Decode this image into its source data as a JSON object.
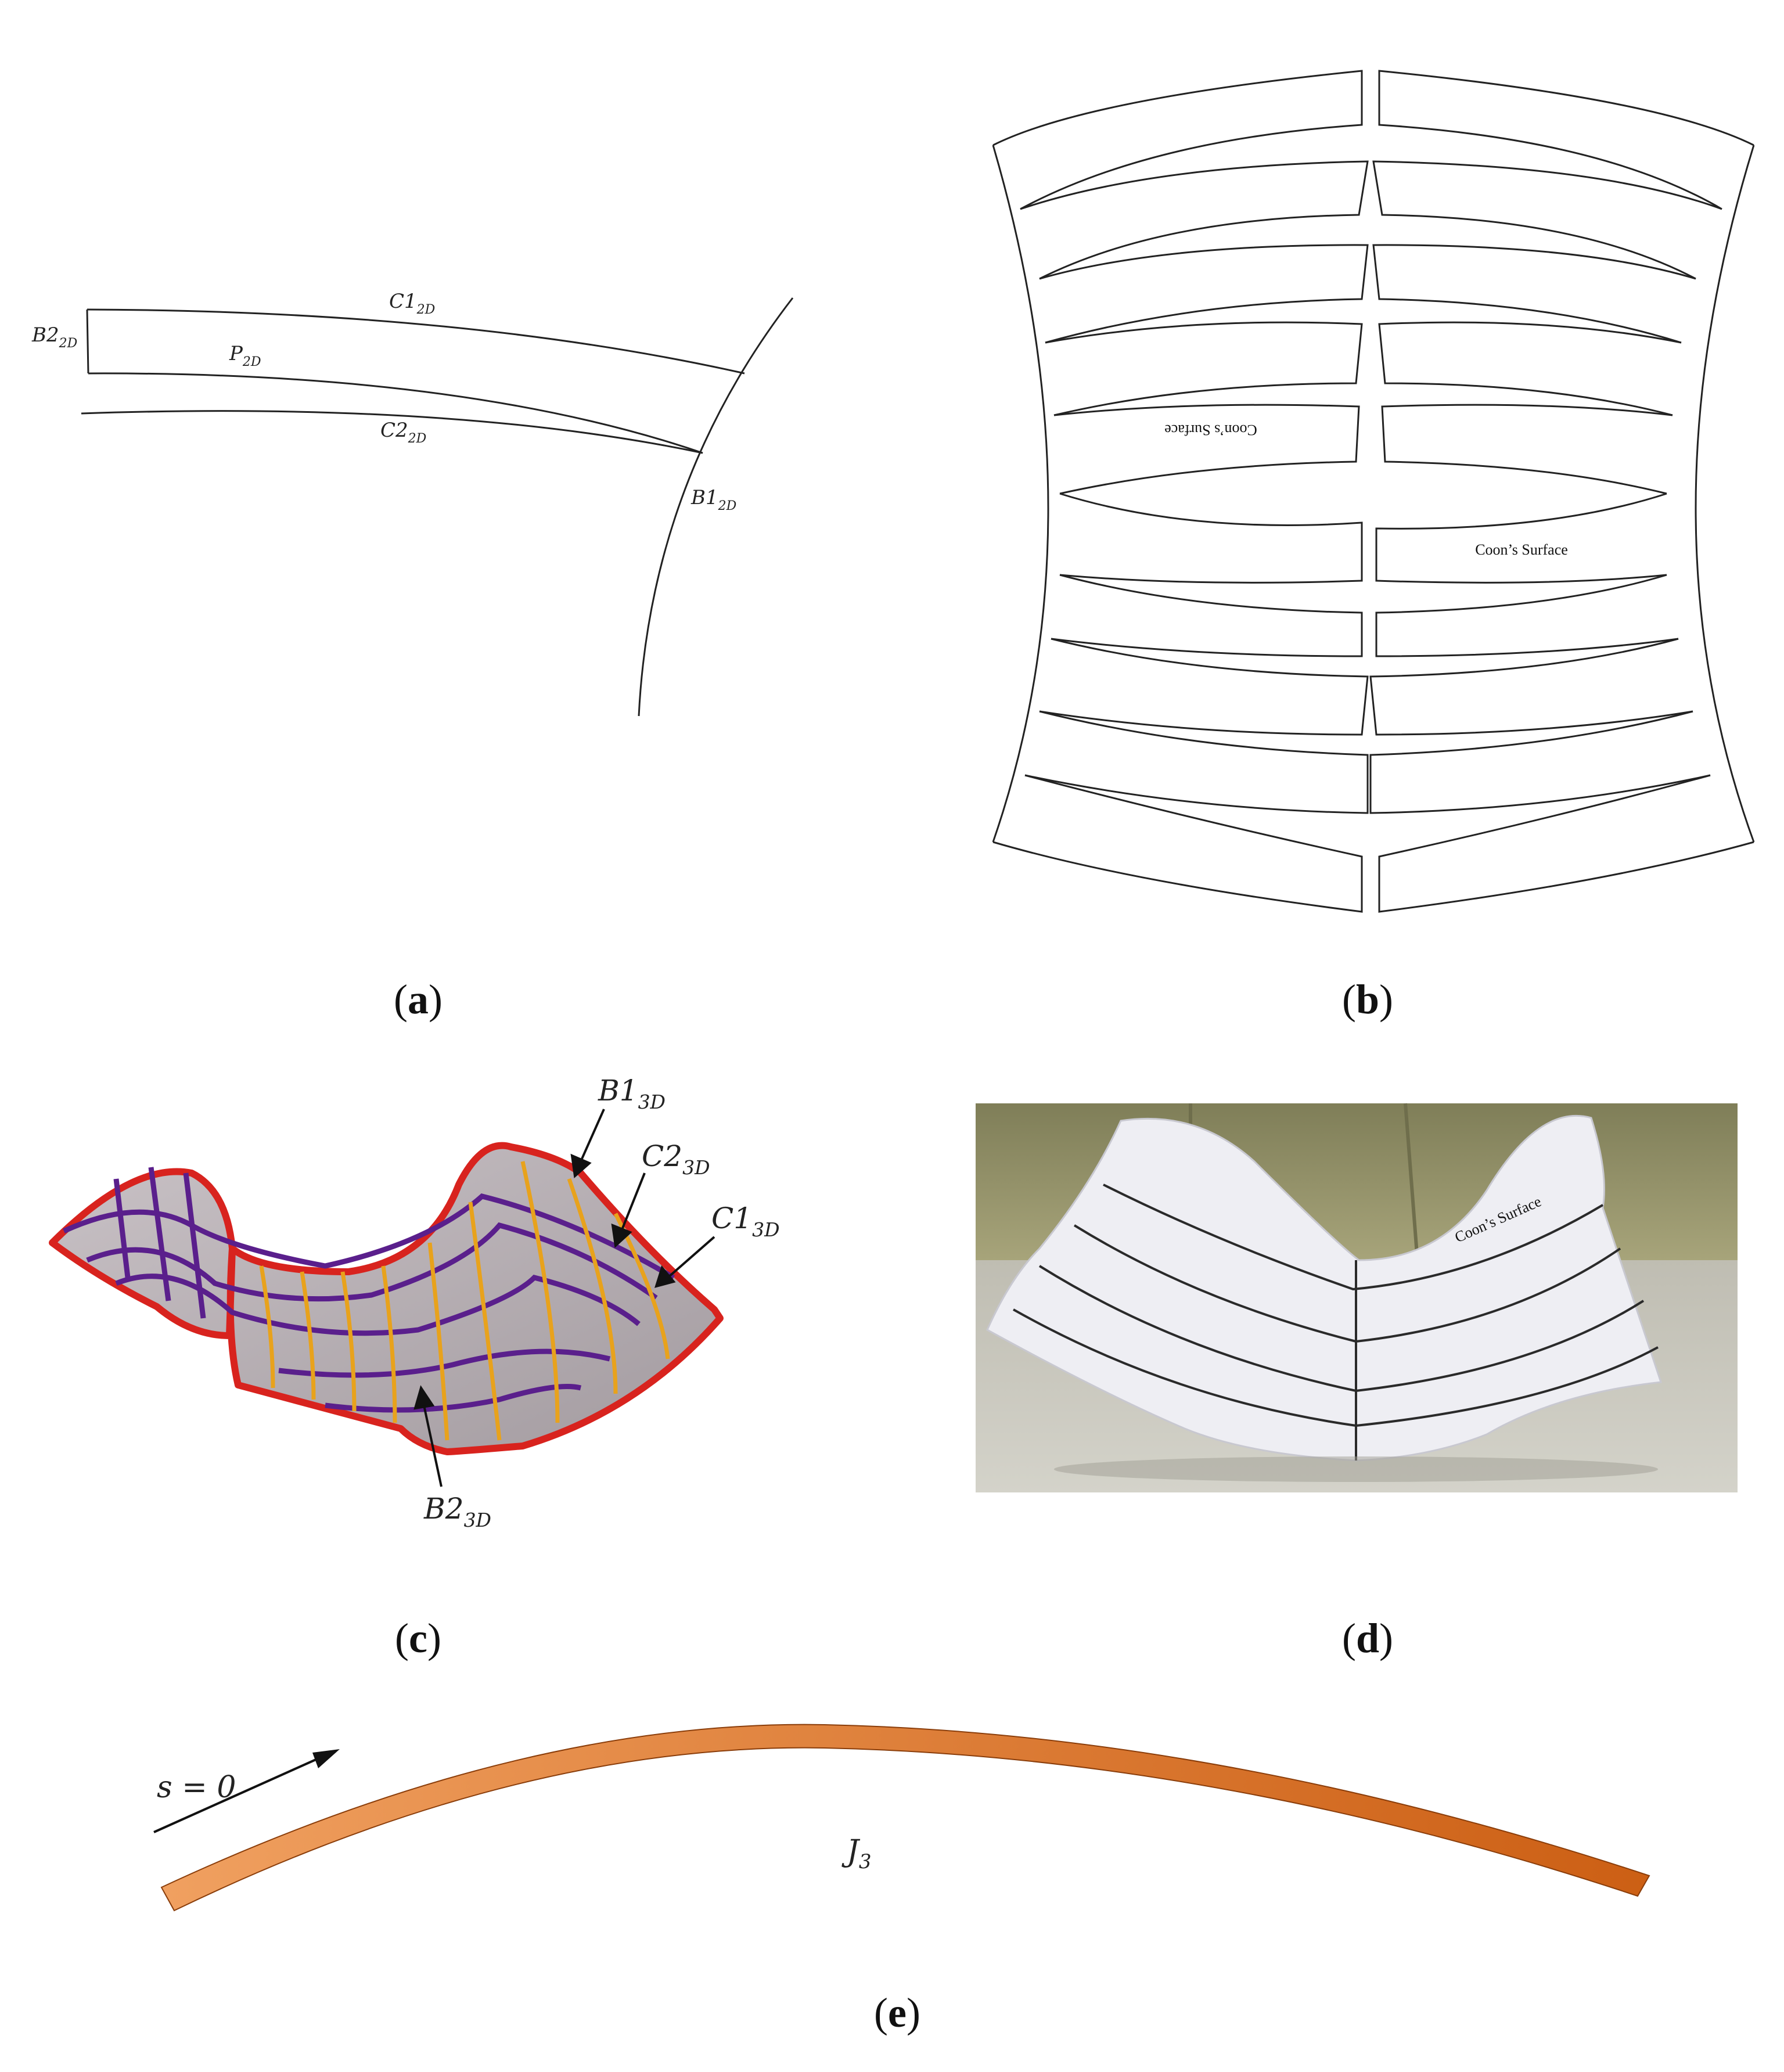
{
  "panels": {
    "a": {
      "label": "a",
      "C1": {
        "main": "C1",
        "sub": "2D"
      },
      "B2": {
        "main": "B2",
        "sub": "2D"
      },
      "P": {
        "main": "P",
        "sub": "2D"
      },
      "C2": {
        "main": "C2",
        "sub": "2D"
      },
      "B1": {
        "main": "B1",
        "sub": "2D"
      }
    },
    "b": {
      "label": "b",
      "text_flipped": "Coon’s Surface",
      "text_upright": "Coon’s Surface"
    },
    "c": {
      "label": "c",
      "B1": {
        "main": "B1",
        "sub": "3D"
      },
      "C2": {
        "main": "C2",
        "sub": "3D"
      },
      "C1": {
        "main": "C1",
        "sub": "3D"
      },
      "B2": {
        "main": "B2",
        "sub": "3D"
      }
    },
    "d": {
      "label": "d",
      "paper_text": "Coon’s Surface"
    },
    "e": {
      "label": "e",
      "s_label": "s = 0",
      "j_label": {
        "main": "J",
        "sub": "3"
      }
    }
  },
  "colors": {
    "outline_red": "#d8231e",
    "grid_purple": "#5a1f8c",
    "grid_orange": "#e8a21c",
    "surface_gray": "#b9b2b6",
    "strip_orange_light": "#f0a060",
    "strip_orange_dark": "#cc5f14",
    "photo_wall": "#8b8a63",
    "photo_floor": "#c9c8bd"
  }
}
